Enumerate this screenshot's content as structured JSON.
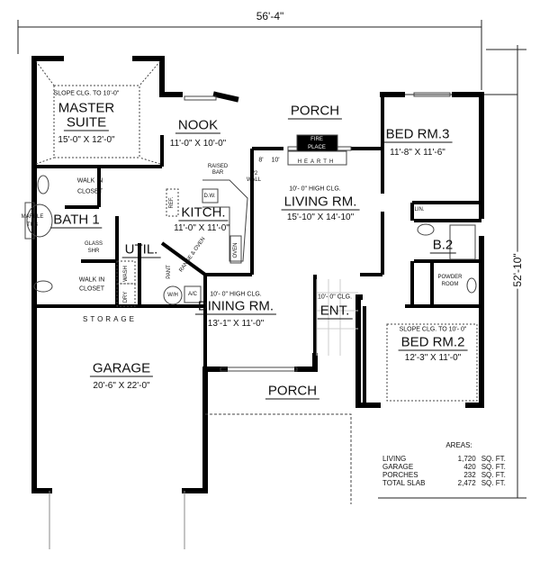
{
  "dimensions": {
    "width": "56'-4\"",
    "depth": "52'-10\""
  },
  "rooms": {
    "master": {
      "note": "SLOPE CLG. TO 10'-0\"",
      "name1": "MASTER",
      "name2": "SUITE",
      "size": "15'-0\" X 12'-0\""
    },
    "nook": {
      "name": "NOOK",
      "size": "11'-0\" X 10'-0\""
    },
    "porch_rear": {
      "name": "PORCH"
    },
    "fireplace": {
      "name1": "FIRE",
      "name2": "PLACE",
      "hearth": "HEARTH"
    },
    "ceiling_marks": {
      "a": "8'",
      "b": "10'"
    },
    "living": {
      "note": "10'- 0\" HIGH CLG.",
      "name": "LIVING RM.",
      "size": "15'-10\" X 14'-10\""
    },
    "bed3": {
      "name": "BED RM.3",
      "size": "11'-8\" X 11'-6\""
    },
    "kitchen": {
      "name": "KITCH.",
      "size": "11'-0\" X 11'-0\"",
      "raised_bar1": "RAISED",
      "raised_bar2": "BAR",
      "half_wall1": "1/2",
      "half_wall2": "WALL",
      "dw": "D.W.",
      "ref": "REF.",
      "range": "RANGE & OVEN",
      "oven": "OVEN",
      "pantry": "PANT"
    },
    "bath1": {
      "name": "BATH 1",
      "tub1": "MARBLE",
      "tub2": "TUB",
      "shower1": "GLASS",
      "shower2": "SHR",
      "closet1a": "WALK IN",
      "closet1b": "CLOSET",
      "closet2a": "WALK IN",
      "closet2b": "CLOSET"
    },
    "util": {
      "name": "UTIL.",
      "wash": "WASH",
      "dry": "DRY",
      "wh": "W/H",
      "ac": "A/C"
    },
    "storage": {
      "name": "STORAGE"
    },
    "dining": {
      "note": "10'- 0\" HIGH CLG.",
      "name": "DINING RM.",
      "size": "13'-1\" X 11'-0\""
    },
    "entry": {
      "note": "10'- 0\" CLG.",
      "name": "ENT."
    },
    "linen": {
      "name": "LIN."
    },
    "bath2": {
      "name": "B.2"
    },
    "powder": {
      "name1": "POWDER",
      "name2": "ROOM"
    },
    "bed2": {
      "note": "SLOPE CLG. TO 10'- 0\"",
      "name": "BED RM.2",
      "size": "12'-3\" X 11'-0\""
    },
    "garage": {
      "name": "GARAGE",
      "size": "20'-6\" X 22'-0\""
    },
    "porch_front": {
      "name": "PORCH"
    }
  },
  "areas": {
    "title": "AREAS:",
    "rows": [
      {
        "label": "LIVING",
        "value": "1,720",
        "unit": "SQ. FT."
      },
      {
        "label": "GARAGE",
        "value": "420",
        "unit": "SQ. FT."
      },
      {
        "label": "PORCHES",
        "value": "232",
        "unit": "SQ. FT."
      },
      {
        "label": "TOTAL SLAB",
        "value": "2,472",
        "unit": "SQ. FT."
      }
    ]
  }
}
